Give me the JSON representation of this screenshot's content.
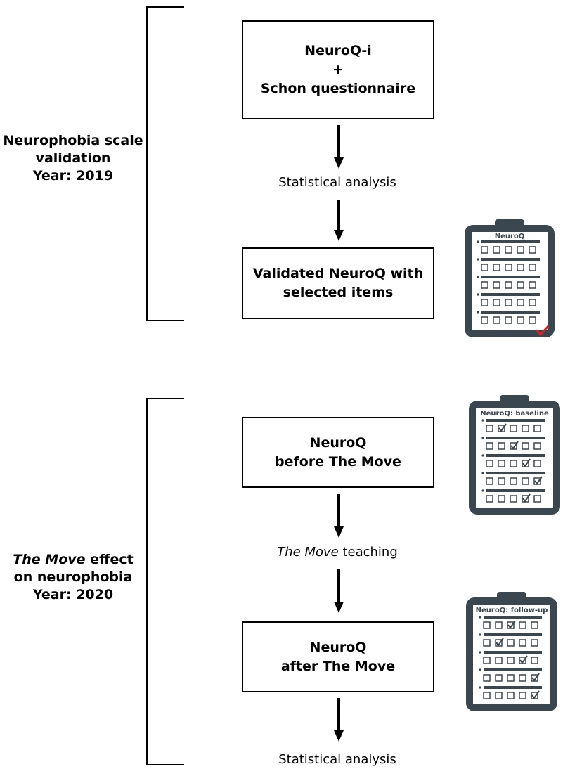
{
  "section1": {
    "label_lines": [
      "Neurophobia scale",
      "validation",
      "Year: 2019"
    ],
    "box1_lines": [
      "NeuroQ-i",
      "+",
      "Schon questionnaire"
    ],
    "step1": "Statistical analysis",
    "box2_lines": [
      "Validated NeuroQ with",
      "selected items"
    ],
    "clipboard_title": "NeuroQ"
  },
  "section2": {
    "label_emph": "The Move",
    "label_rest": " effect",
    "label_lines": [
      "on neurophobia",
      "Year: 2020"
    ],
    "box1_lines": [
      "NeuroQ",
      "before The Move"
    ],
    "step1_emph": "The Move",
    "step1_rest": " teaching",
    "box2_lines": [
      "NeuroQ",
      "after The Move"
    ],
    "step2": "Statistical analysis",
    "clipboard1_title": "NeuroQ: baseline",
    "clipboard2_title": "NeuroQ: follow-up"
  },
  "colors": {
    "clipboard": "#3a4650",
    "check_red": "#e02020"
  },
  "icons": [
    "clipboard-icon",
    "checkmark-icon",
    "checkbox-icon"
  ]
}
